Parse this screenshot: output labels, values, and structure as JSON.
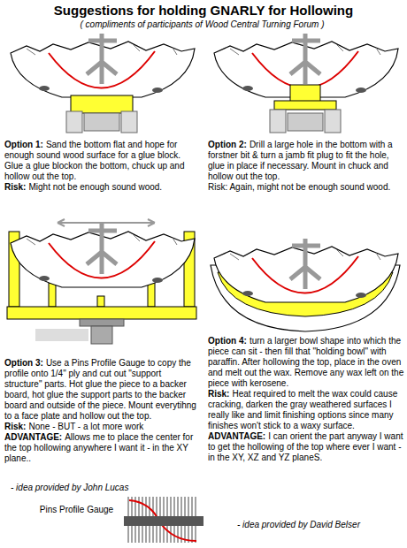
{
  "diagram": {
    "title": "Suggestions for holding GNARLY for Hollowing",
    "labels": [
      "( compliments of participants of Wood Central Turning Forum )",
      "Option 1:",
      "Sand the bottom flat and hope for enough sound wood surface for a glue block. Glue a glue blockon the bottom, chuck up and hollow out the top.",
      "Risk:",
      "Might not be enough sound wood.",
      "Option 2:",
      "Drill a large hole in the bottom with a forstner bit & turn a jamb fit plug to fit the hole, glue in place if necessary. Mount in chuck and hollow out the top.",
      "Risk: Again, might not be enough sound wood.",
      "Option 3:",
      "Use a Pins Profile Gauge to copy the profile onto 1/4\" ply and cut out \"support structure\" parts. Hot glue the piece to a backer board, hot glue the support parts to the backer board and outside of the piece. Mount everytihng to a face plate and hollow out the top.",
      "Risk:",
      "None - BUT - a lot more work",
      "ADVANTAGE:",
      "Allows me to place the center for the top hollowing anywhere I want it - in the XY plane..",
      "- idea provided by John Lucas",
      "Option 4:",
      "turn a larger bowl shape into which the piece can sit - then fill that \"holding bowl\" with paraffin. After hollowing the top, place in the oven and melt out the wax. Remove any wax left on the piece with kerosene.",
      "Risk:",
      "Heat required to melt the wax could cause cracking, darken the gray weathered surfaces I really like and limit finishing options since many finishes won't stick to a waxy surface.",
      "ADVANTAGE:",
      "I can orient the part anyway I want to get the hollowing of the top where ever I want - in the XY, XZ and YZ planeS.",
      "- idea provided by David Belser",
      "Pins Profile Gauge"
    ]
  }
}
